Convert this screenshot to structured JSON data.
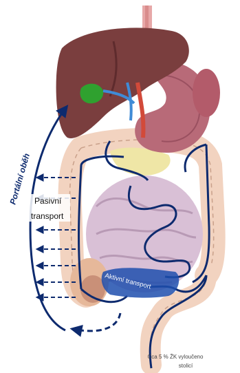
{
  "labels": {
    "portal_circulation": "Portální oběh",
    "passive_line1": "Pasivní",
    "passive_line2": "transport",
    "active_transport": "Aktivní transport",
    "excretion_line1": "Cca 5 % ŽK vyloučeno",
    "excretion_line2": "stolicí"
  },
  "colors": {
    "arrow": "#0d2a6e",
    "liver": "#7a3e3e",
    "liver_dark": "#5e2b2d",
    "gallbladder": "#2fa12f",
    "stomach": "#b86a78",
    "colon": "#f2d3c0",
    "colon_outline": "#c9a08a",
    "small_intestine": "#d9c0d6",
    "aorta": "#d24a3a",
    "vein": "#3f8bd6",
    "pancreas": "#efe6a6"
  }
}
